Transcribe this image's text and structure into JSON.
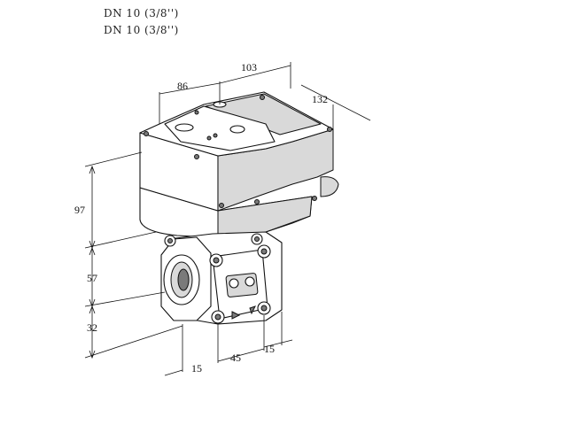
{
  "header": {
    "line1": "DN 10 (3/8'')",
    "line2": "DN 10 (3/8'')"
  },
  "dimensions": {
    "top_width": "86",
    "top_depth": "103",
    "side_depth": "132",
    "actuator_height": "97",
    "body_height": "57",
    "base_height": "32",
    "bottom_left": "15",
    "bottom_mid": "45",
    "bottom_right": "15"
  }
}
